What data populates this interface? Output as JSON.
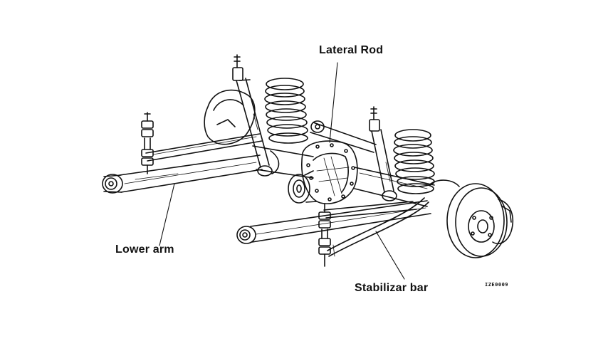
{
  "labels": {
    "lateral_rod": "Lateral Rod",
    "lower_arm": "Lower arm",
    "stabilizer_bar": "Stabilizar bar"
  },
  "figure_code": "IZE0009",
  "colors": {
    "ink": "#111111",
    "paper": "#ffffff"
  }
}
